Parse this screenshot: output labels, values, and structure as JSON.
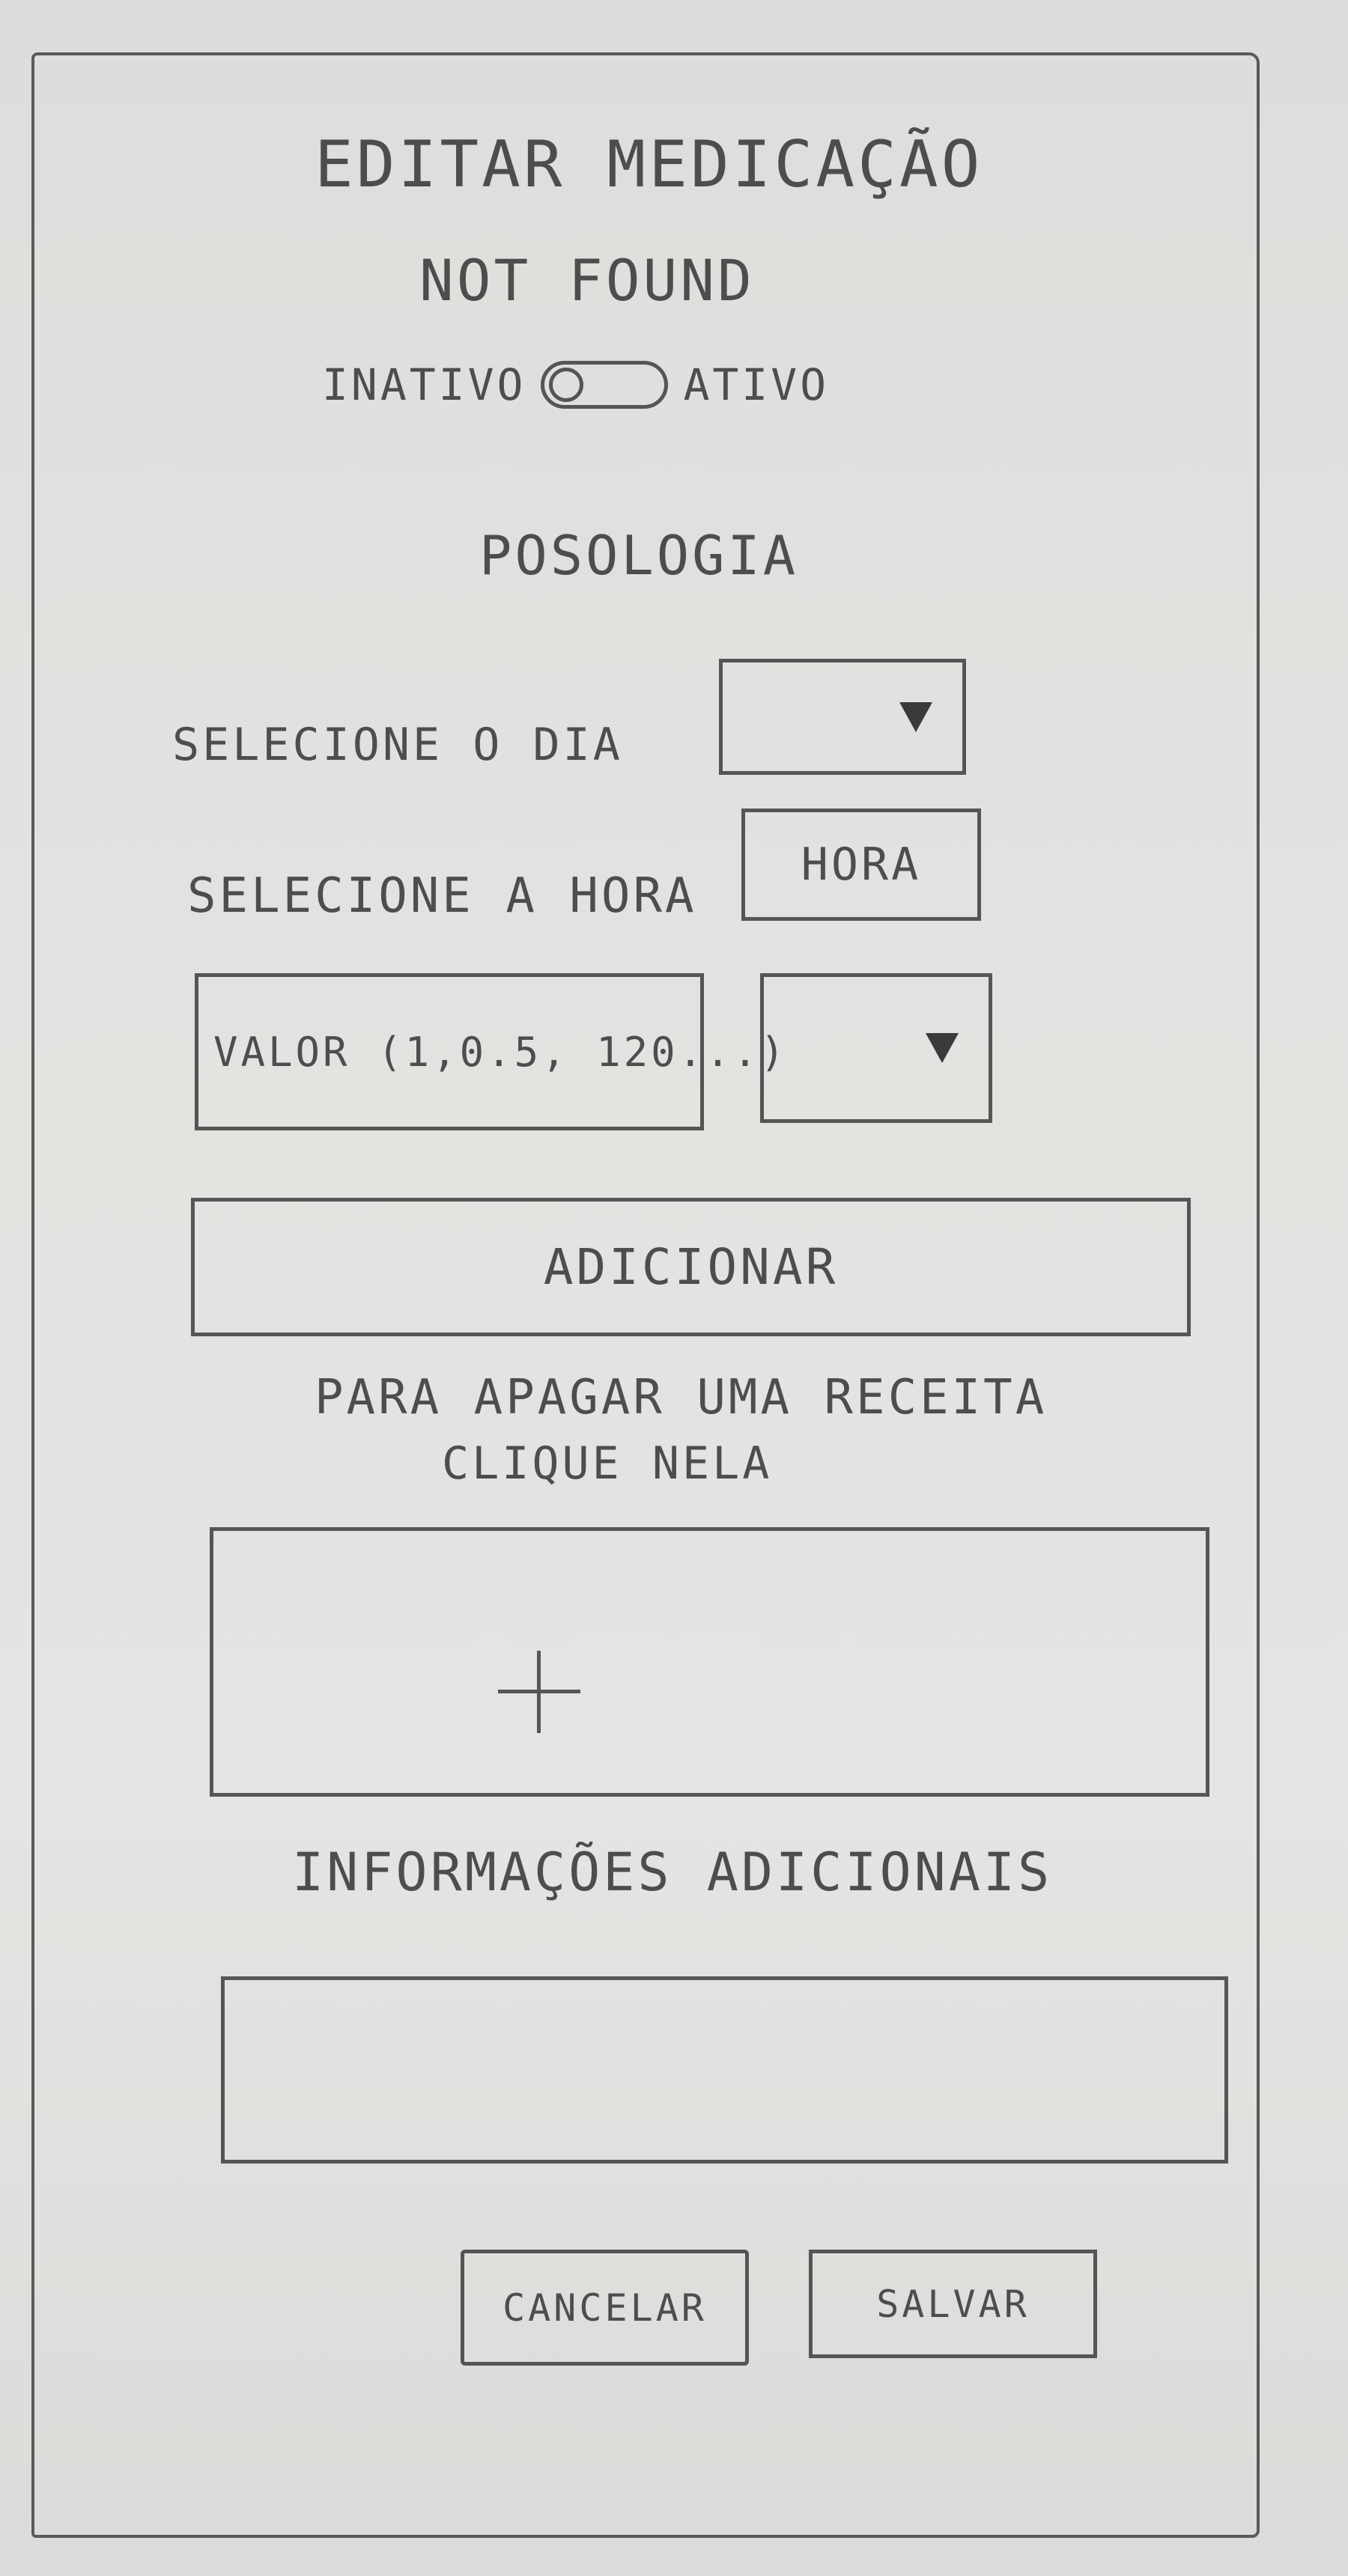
{
  "screen": {
    "title": "EDITAR MEDICAÇÃO",
    "subtitle": "NOT FOUND"
  },
  "status_toggle": {
    "inactive_label": "INATIVO",
    "active_label": "ATIVO"
  },
  "posology": {
    "section_title": "POSOLOGIA",
    "day_label": "SELECIONE O DIA",
    "hour_label": "SELECIONE A HORA",
    "hour_placeholder": "HORA",
    "value_placeholder": "VALOR (1,0.5, 120...)",
    "add_button_label": "ADICIONAR"
  },
  "recipes": {
    "hint_line1": "PARA APAGAR UMA RECEITA",
    "hint_line2": "CLIQUE NELA",
    "add_icon": "plus-icon"
  },
  "additional_info": {
    "title": "INFORMAÇÕES ADICIONAIS",
    "value": ""
  },
  "actions": {
    "cancel_label": "CANCELAR",
    "save_label": "SALVAR"
  },
  "icons": {
    "dropdown": "dropdown-arrow-icon"
  }
}
